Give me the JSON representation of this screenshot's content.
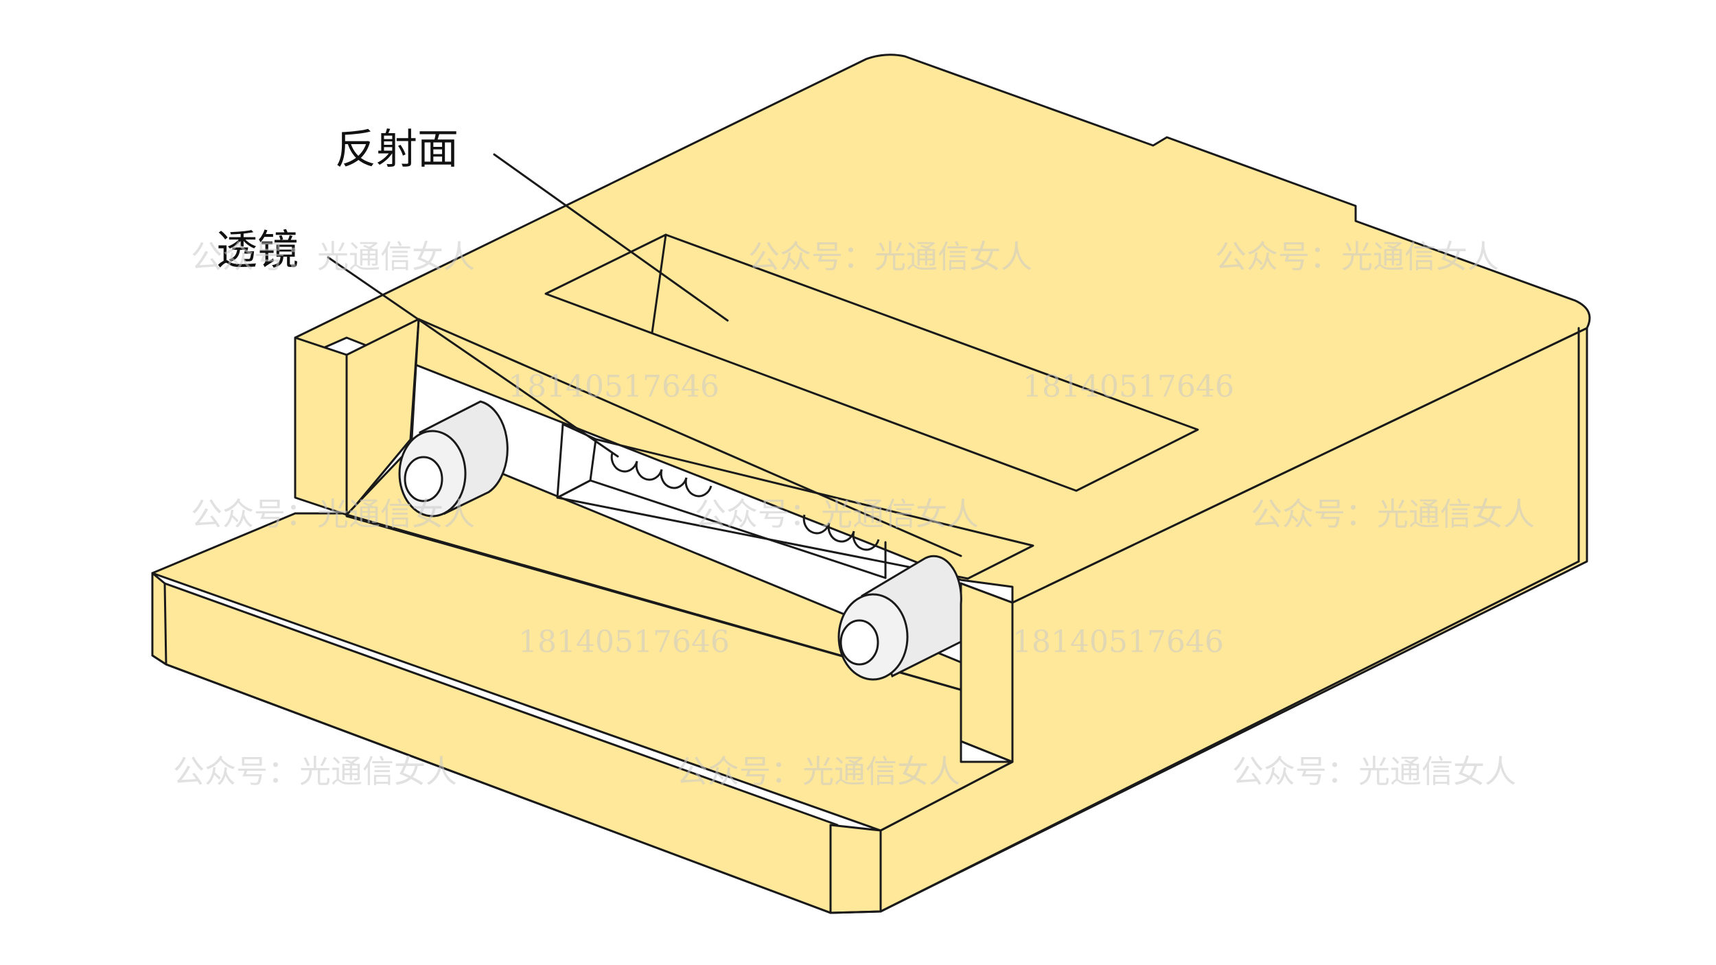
{
  "labels": {
    "reflective_surface": "反射面",
    "lens": "透镜"
  },
  "watermarks": {
    "account": "公众号：光通信女人",
    "phone": "18140517646"
  },
  "colors": {
    "body": "#FFE89A",
    "outline": "#1a1a1a",
    "pin": "#EBEBEB",
    "watermark": "#c9c9c9"
  }
}
